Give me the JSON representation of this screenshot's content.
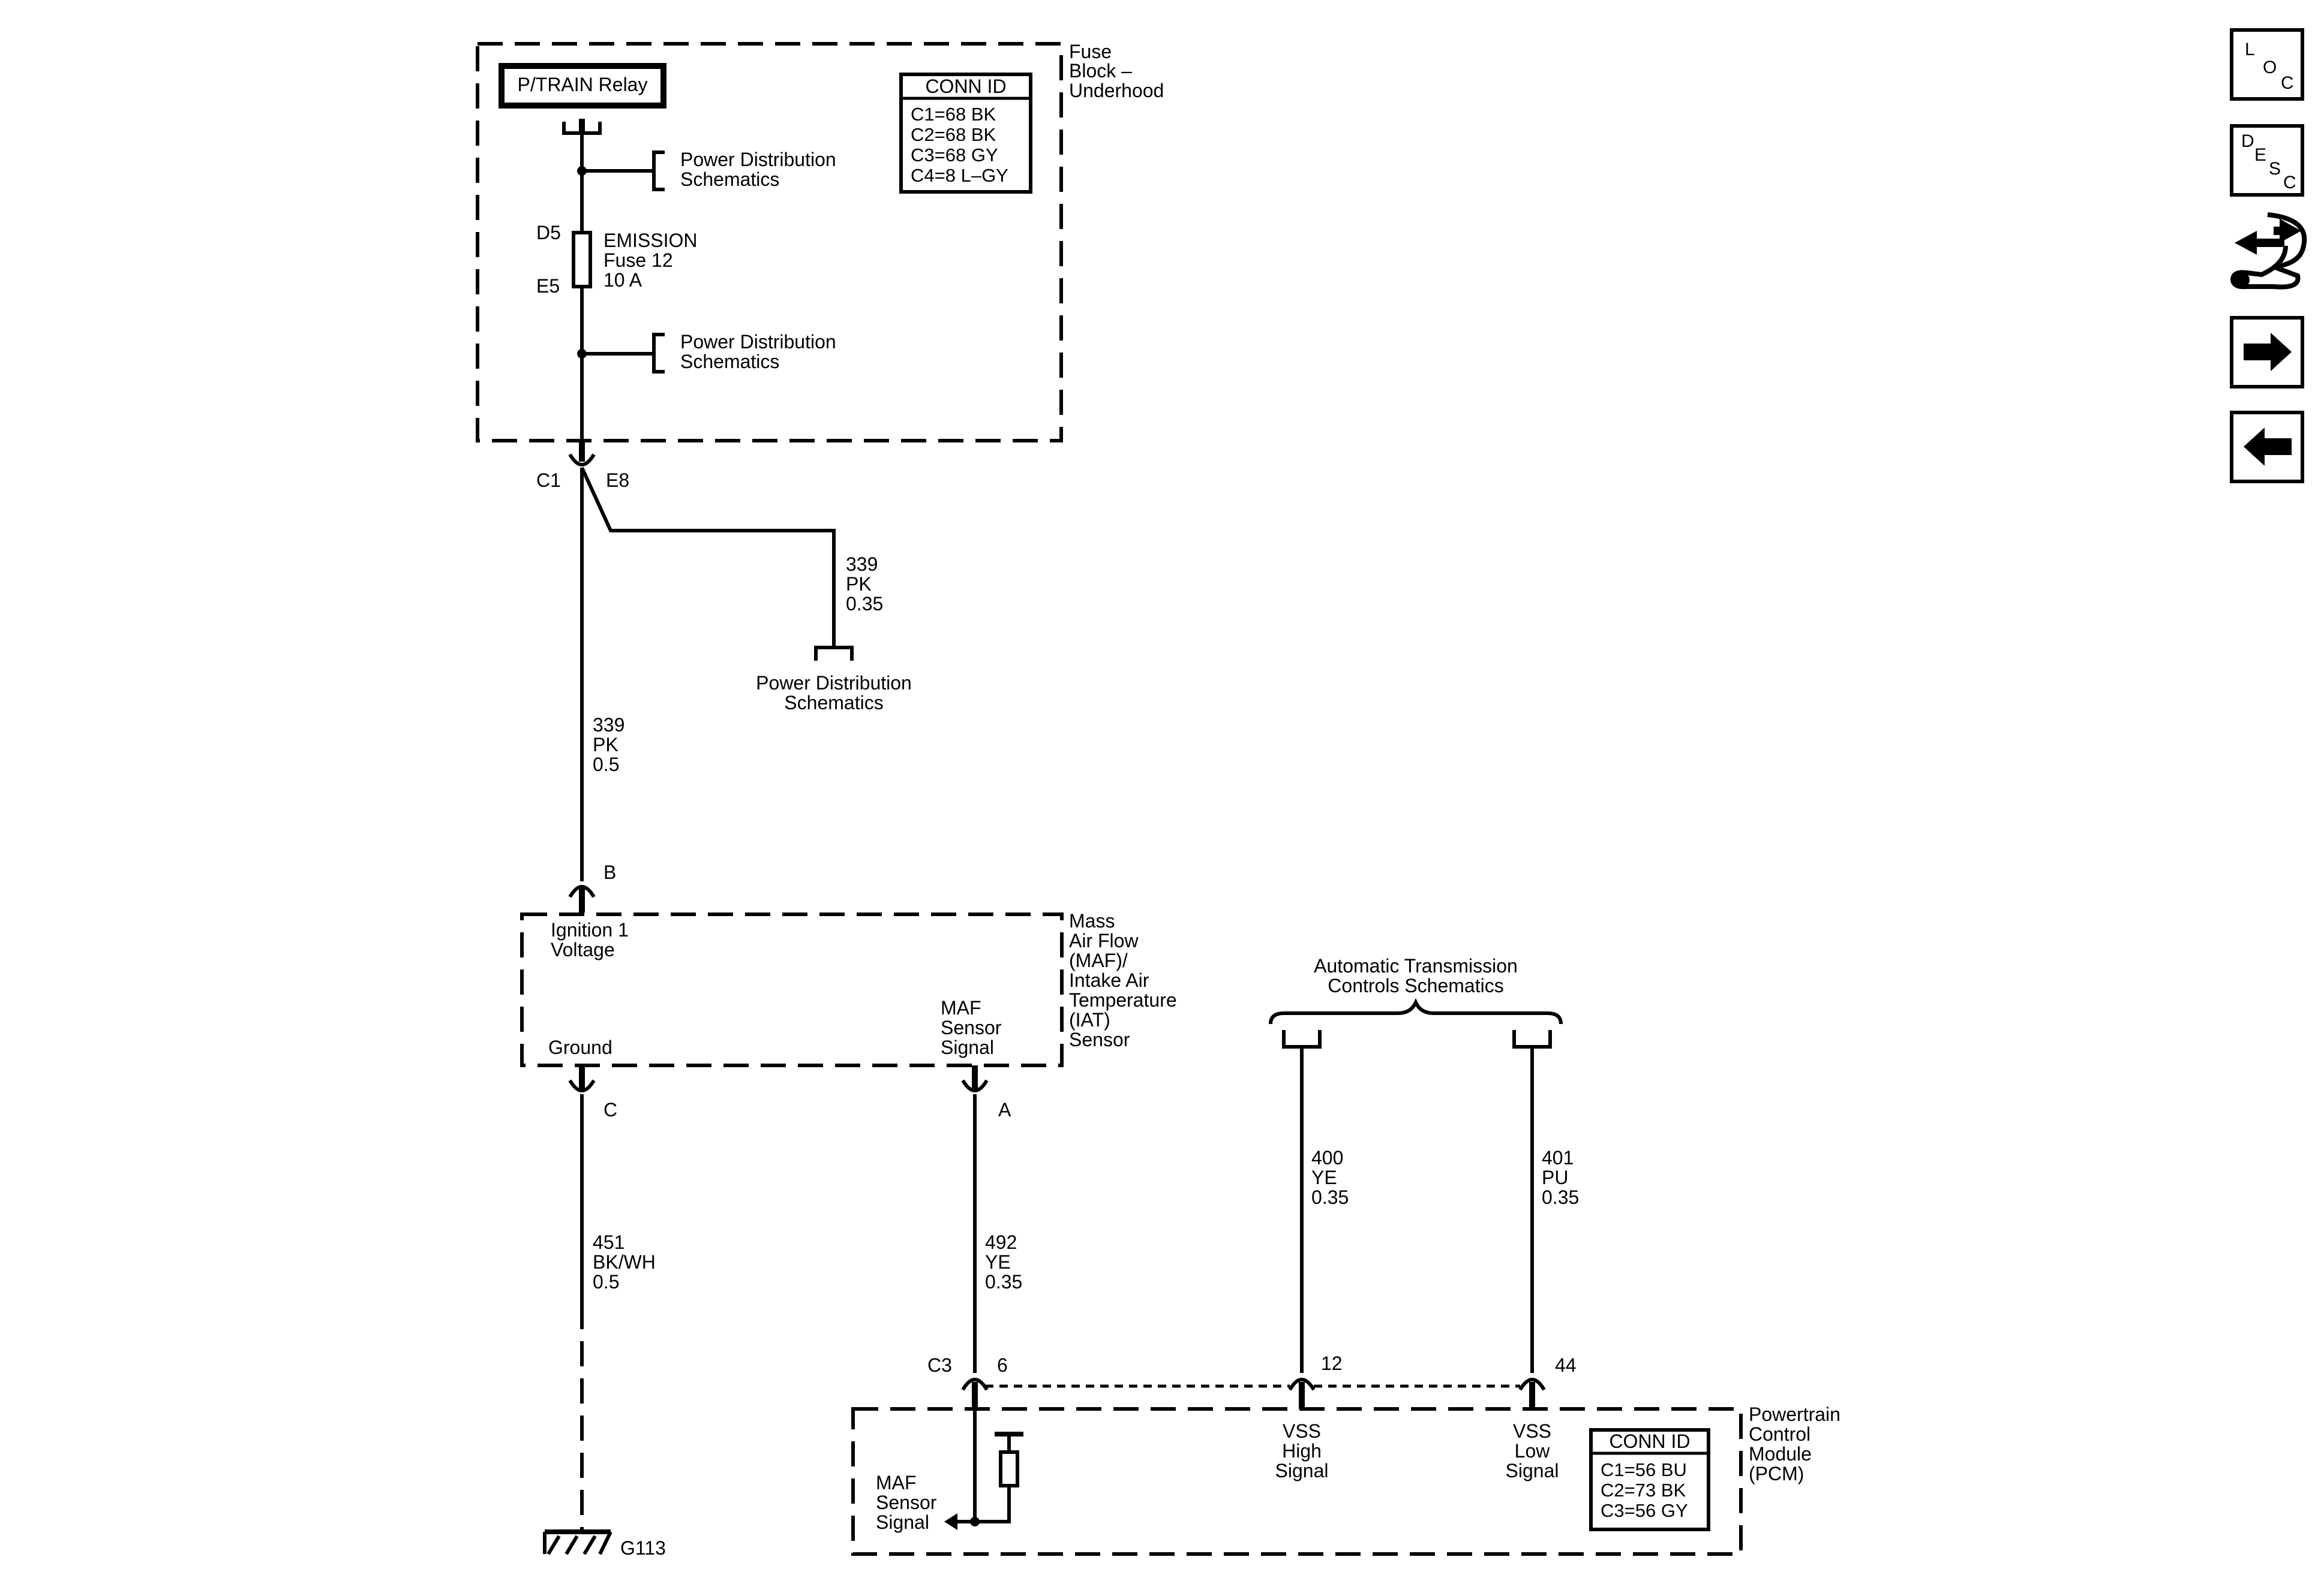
{
  "fuse_block": {
    "name_lines": [
      "Fuse",
      "Block –",
      "Underhood"
    ],
    "relay_label": "P/TRAIN Relay",
    "conn_id_title": "CONN ID",
    "conn_ids": [
      "C1=68 BK",
      "C2=68 BK",
      "C3=68 GY",
      "C4=8 L–GY"
    ],
    "power_dist_upper": [
      "Power Distribution",
      "Schematics"
    ],
    "power_dist_lower": [
      "Power Distribution",
      "Schematics"
    ],
    "fuse_pin_top": "D5",
    "fuse_pin_bottom": "E5",
    "fuse_lines": [
      "EMISSION",
      "Fuse 12",
      "10 A"
    ],
    "connector": "C1",
    "pin": "E8"
  },
  "branch_wire": {
    "lines": [
      "339",
      "PK",
      "0.35"
    ],
    "dest_lines": [
      "Power Distribution",
      "Schematics"
    ]
  },
  "main_wire": {
    "lines": [
      "339",
      "PK",
      "0.5"
    ]
  },
  "maf_sensor": {
    "name_lines": [
      "Mass",
      "Air Flow",
      "(MAF)/",
      "Intake Air",
      "Temperature",
      "(IAT)",
      "Sensor"
    ],
    "pin_b": "B",
    "ign_lines": [
      "Ignition 1",
      "Voltage"
    ],
    "ground": "Ground",
    "maf_signal_lines": [
      "MAF",
      "Sensor",
      "Signal"
    ],
    "pin_c": "C",
    "pin_a": "A"
  },
  "ground_wire": {
    "lines": [
      "451",
      "BK/WH",
      "0.5"
    ]
  },
  "ground_label": "G113",
  "maf_wire": {
    "lines": [
      "492",
      "YE",
      "0.35"
    ]
  },
  "trans": {
    "label_lines": [
      "Automatic Transmission",
      "Controls Schematics"
    ],
    "wire_400": [
      "400",
      "YE",
      "0.35"
    ],
    "wire_401": [
      "401",
      "PU",
      "0.35"
    ]
  },
  "pcm": {
    "connector": "C3",
    "pin_6": "6",
    "pin_12": "12",
    "pin_44": "44",
    "name_lines": [
      "Powertrain",
      "Control",
      "Module",
      "(PCM)"
    ],
    "maf_signal_lines": [
      "MAF",
      "Sensor",
      "Signal"
    ],
    "vss_high_lines": [
      "VSS",
      "High",
      "Signal"
    ],
    "vss_low_lines": [
      "VSS",
      "Low",
      "Signal"
    ],
    "conn_id_title": "CONN ID",
    "conn_ids": [
      "C1=56 BU",
      "C2=73 BK",
      "C3=56 GY"
    ]
  },
  "nav": {
    "loc": [
      "L",
      "O",
      "C"
    ],
    "desc": [
      "D",
      "E",
      "S",
      "C"
    ],
    "icons": [
      "schematic-cross-ref-icon",
      "forward-arrow-icon",
      "back-arrow-icon"
    ]
  }
}
